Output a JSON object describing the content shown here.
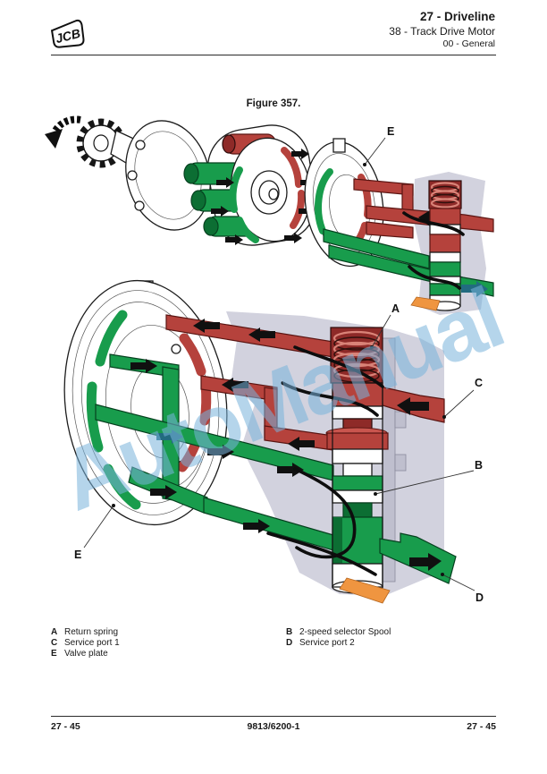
{
  "header": {
    "logo": "JCB",
    "title": "27 - Driveline",
    "subtitle": "38 - Track Drive Motor",
    "section": "00 - General"
  },
  "figure": {
    "caption": "Figure 357."
  },
  "labels": {
    "a": "A",
    "b": "B",
    "c": "C",
    "d": "D",
    "e": "E"
  },
  "legend": {
    "left": [
      {
        "key": "A",
        "text": "Return spring"
      },
      {
        "key": "C",
        "text": "Service port 1"
      },
      {
        "key": "E",
        "text": "Valve plate"
      }
    ],
    "right": [
      {
        "key": "B",
        "text": "2-speed selector Spool"
      },
      {
        "key": "D",
        "text": "Service port 2"
      }
    ]
  },
  "watermark": {
    "text": "AutoManual"
  },
  "footer": {
    "left": "27 - 45",
    "center": "9813/6200-1",
    "right": "27 - 45"
  },
  "colors": {
    "red": "#b5423c",
    "dark_red": "#8e2a28",
    "green": "#189c4c",
    "dark_green": "#0c6e33",
    "lavender": "#d2d2de",
    "lavender_dark": "#bfbfce",
    "orange": "#ef9540",
    "teal": "#226b80",
    "watermark": "#79b4dc"
  }
}
